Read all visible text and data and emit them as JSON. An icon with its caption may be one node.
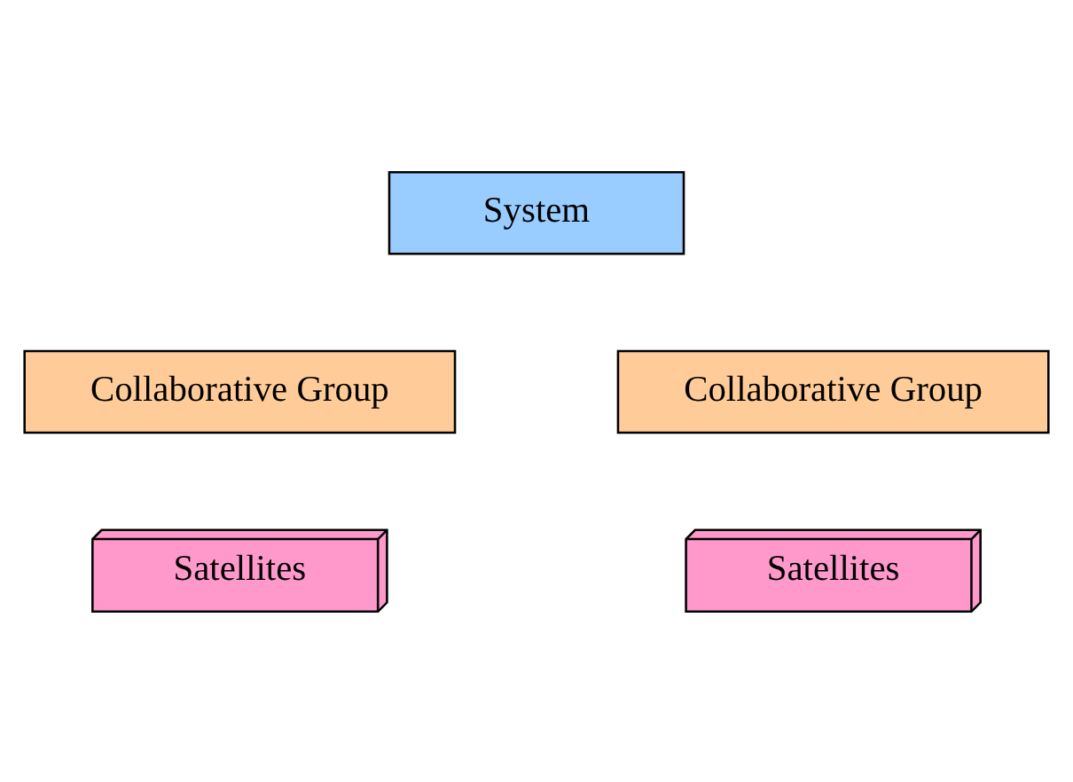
{
  "diagram": {
    "nodes": [
      {
        "text": [
          "System"
        ]
      },
      {
        "text": [
          "Collaborative Group"
        ]
      },
      {
        "text": [
          "Collaborative Group"
        ]
      },
      {
        "text": [
          "Satellites"
        ]
      },
      {
        "text": [
          "Satellites"
        ]
      }
    ]
  }
}
